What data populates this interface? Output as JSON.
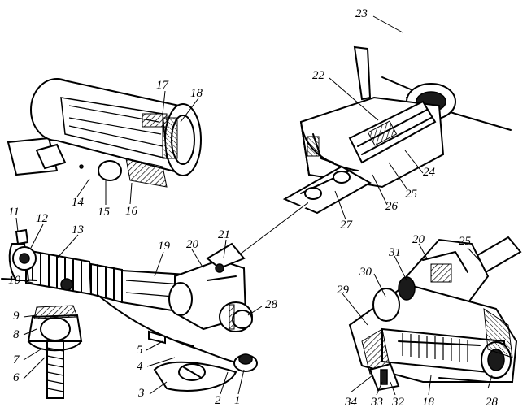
{
  "labels": {
    "l1": "1",
    "l2": "2",
    "l3": "3",
    "l4": "4",
    "l5": "5",
    "l6": "6",
    "l7": "7",
    "l8": "8",
    "l9": "9",
    "l10": "10",
    "l11": "11",
    "l12": "12",
    "l13": "13",
    "l14": "14",
    "l15": "15",
    "l16": "16",
    "l17": "17",
    "l18a": "18",
    "l18b": "18",
    "l19": "19",
    "l20a": "20",
    "l20b": "20",
    "l21": "21",
    "l22": "22",
    "l23": "23",
    "l24": "24",
    "l25a": "25",
    "l25b": "25",
    "l26": "26",
    "l27": "27",
    "l28a": "28",
    "l28b": "28",
    "l29": "29",
    "l30": "30",
    "l31": "31",
    "l32": "32",
    "l33": "33",
    "l34": "34"
  }
}
